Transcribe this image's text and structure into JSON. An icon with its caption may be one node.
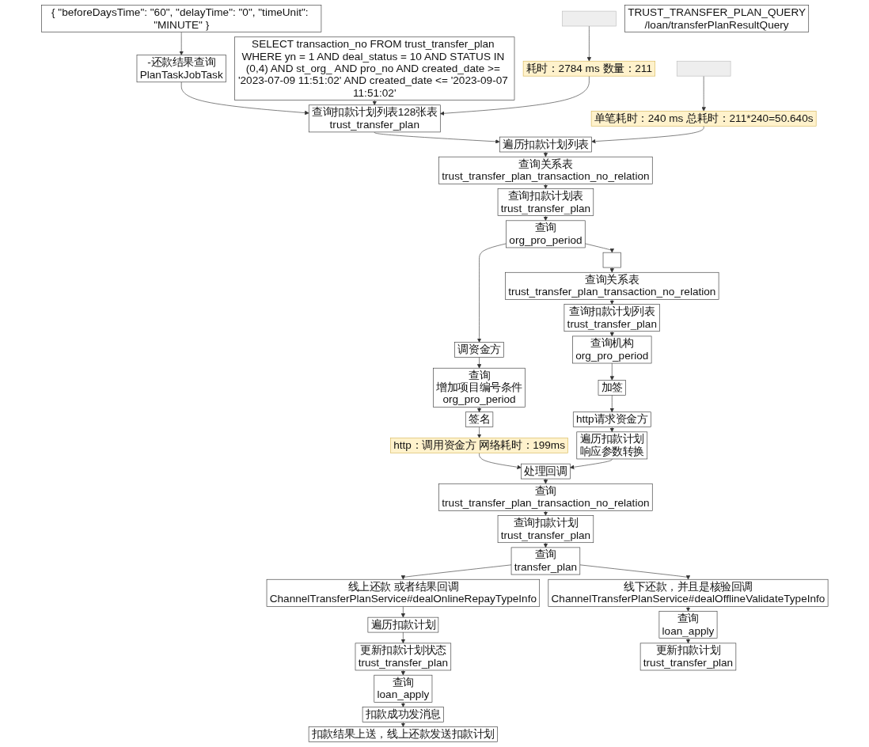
{
  "diagram": {
    "nodes": [
      {
        "text": [
          "{ \"beforeDaysTime\": \"60\", \"delayTime\": \"0\", \"timeUnit\": \"MINUTE\" }"
        ]
      },
      {
        "text": [
          "-还款结果查询",
          "PlanTaskJobTask"
        ]
      },
      {
        "text": [
          "SELECT transaction_no FROM trust_transfer_plan WHERE yn = 1 AND deal_status = 10 AND STATUS IN (0,4) AND st_org_ AND pro_no AND created_date >= '2023-07-09 11:51:02' AND created_date <= '2023-09-07 11:51:02'"
        ]
      },
      {
        "text": [
          "查询扣款计划列表128张表",
          "trust_transfer_plan"
        ]
      },
      {
        "text": [
          "耗时：2784 ms 数量：211"
        ]
      },
      {
        "text": [],
        "shape": "picture"
      },
      {
        "text": [
          "遍历扣款计划列表"
        ]
      },
      {
        "text": [
          "单笔耗时：240 ms 总耗时：211*240=50.640s"
        ]
      },
      {
        "text": [],
        "shape": "picture"
      },
      {
        "text": [
          "查询关系表",
          "trust_transfer_plan_transaction_no_relation"
        ]
      },
      {
        "text": [
          "查询扣款计划表",
          "trust_transfer_plan"
        ]
      },
      {
        "text": [
          "查询",
          "org_pro_period"
        ]
      },
      {
        "text": [
          "调资金方"
        ]
      },
      {
        "text": [
          "查询",
          "增加项目编号条件",
          "org_pro_period"
        ]
      },
      {
        "text": [
          "签名"
        ]
      },
      {
        "text": [
          "http：调用资金方 网络耗时：199ms"
        ]
      },
      {
        "text": [
          "处理回调"
        ]
      },
      {
        "text": [
          "查询",
          "trust_transfer_plan_transaction_no_relation"
        ]
      },
      {
        "text": [
          "查询扣款计划",
          "trust_transfer_plan"
        ]
      },
      {
        "text": [
          "查询",
          "transfer_plan"
        ]
      },
      {
        "text": [
          "线上还款 或者结果回调",
          "ChannelTransferPlanService#dealOnlineRepayTypeInfo"
        ]
      },
      {
        "text": [
          "遍历扣款计划"
        ]
      },
      {
        "text": [
          "更新扣款计划状态",
          "trust_transfer_plan"
        ]
      },
      {
        "text": [
          "查询",
          "loan_apply"
        ]
      },
      {
        "text": [
          "扣款成功发消息"
        ]
      },
      {
        "text": [
          "扣款结果上送，线上还款发送扣款计划"
        ]
      },
      {
        "text": [
          "线下还款，并且是核验回调",
          "ChannelTransferPlanService#dealOfflineValidateTypeInfo"
        ]
      },
      {
        "text": [
          "查询",
          "loan_apply"
        ]
      },
      {
        "text": [
          "更新扣款计划",
          "trust_transfer_plan"
        ]
      },
      {
        "text": [],
        "shape": "box"
      },
      {
        "text": [
          "查询关系表",
          "trust_transfer_plan_transaction_no_relation"
        ]
      },
      {
        "text": [
          "查询扣款计划列表",
          "trust_transfer_plan"
        ]
      },
      {
        "text": [
          "查询机构",
          "org_pro_period"
        ]
      },
      {
        "text": [
          "加签"
        ]
      },
      {
        "text": [
          "http请求资金方"
        ]
      },
      {
        "text": [
          "遍历扣款计划",
          "响应参数转换"
        ]
      },
      {
        "text": [
          "TRUST_TRANSFER_PLAN_QUERY",
          "/loan/transferPlanResultQuery"
        ]
      }
    ],
    "edges": [
      {
        "from": 0,
        "to": 1,
        "arrow": "to"
      },
      {
        "from": 1,
        "to": 3,
        "arrow": "to"
      },
      {
        "from": 2,
        "to": 3,
        "arrow": "to"
      },
      {
        "from": 4,
        "to": 3,
        "arrow": "to"
      },
      {
        "from": 5,
        "to": 4,
        "arrow": "to"
      },
      {
        "from": 3,
        "to": 6,
        "arrow": "to"
      },
      {
        "from": 7,
        "to": 6,
        "arrow": "to"
      },
      {
        "from": 8,
        "to": 7,
        "arrow": "to"
      },
      {
        "from": 6,
        "to": 9,
        "arrow": "to"
      },
      {
        "from": 9,
        "to": 10,
        "arrow": "to"
      },
      {
        "from": 10,
        "to": 11,
        "arrow": "to"
      },
      {
        "from": 11,
        "to": 12,
        "arrow": "to"
      },
      {
        "from": 11,
        "to": 29,
        "arrow": "to"
      },
      {
        "from": 12,
        "to": 13,
        "arrow": "to"
      },
      {
        "from": 13,
        "to": 14,
        "arrow": "to"
      },
      {
        "from": 14,
        "to": 15,
        "arrow": "to"
      },
      {
        "from": 15,
        "to": 16,
        "arrow": "to"
      },
      {
        "from": 16,
        "to": 17,
        "arrow": "to"
      },
      {
        "from": 17,
        "to": 18,
        "arrow": "to"
      },
      {
        "from": 18,
        "to": 19,
        "arrow": "to"
      },
      {
        "from": 19,
        "to": 20,
        "arrow": "to"
      },
      {
        "from": 19,
        "to": 26,
        "arrow": "to"
      },
      {
        "from": 20,
        "to": 21,
        "arrow": "to"
      },
      {
        "from": 21,
        "to": 22,
        "arrow": "to"
      },
      {
        "from": 22,
        "to": 23,
        "arrow": "to"
      },
      {
        "from": 23,
        "to": 24,
        "arrow": "to"
      },
      {
        "from": 24,
        "to": 25,
        "arrow": "to"
      },
      {
        "from": 26,
        "to": 27,
        "arrow": "to"
      },
      {
        "from": 27,
        "to": 28,
        "arrow": "to"
      },
      {
        "from": 29,
        "to": 30,
        "arrow": "to"
      },
      {
        "from": 30,
        "to": 31,
        "arrow": "to"
      },
      {
        "from": 31,
        "to": 32,
        "arrow": "to"
      },
      {
        "from": 32,
        "to": 33,
        "arrow": "to"
      },
      {
        "from": 33,
        "to": 34,
        "arrow": "to"
      },
      {
        "from": 34,
        "to": 35,
        "arrow": "to"
      },
      {
        "from": 35,
        "to": 16,
        "arrow": "to"
      }
    ]
  }
}
